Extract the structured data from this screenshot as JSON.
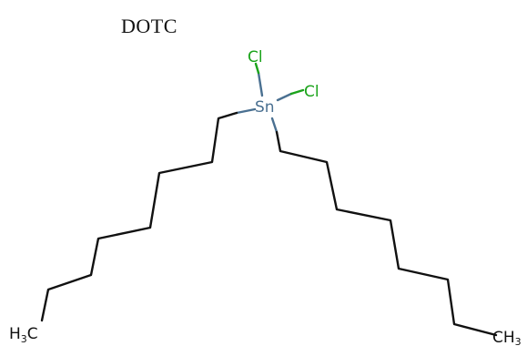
{
  "title": "DOTC",
  "atoms": {
    "tin": "Sn",
    "chlorine_1": "Cl",
    "chlorine_2": "Cl",
    "methyl_left": {
      "main": "H",
      "sub": "3",
      "tail": "C"
    },
    "methyl_right": {
      "main": "CH",
      "sub": "3"
    }
  },
  "colors": {
    "tin": "#4a7091",
    "chlorine": "#1aa31a",
    "carbon_bond": "#111111",
    "text": "#111111"
  }
}
